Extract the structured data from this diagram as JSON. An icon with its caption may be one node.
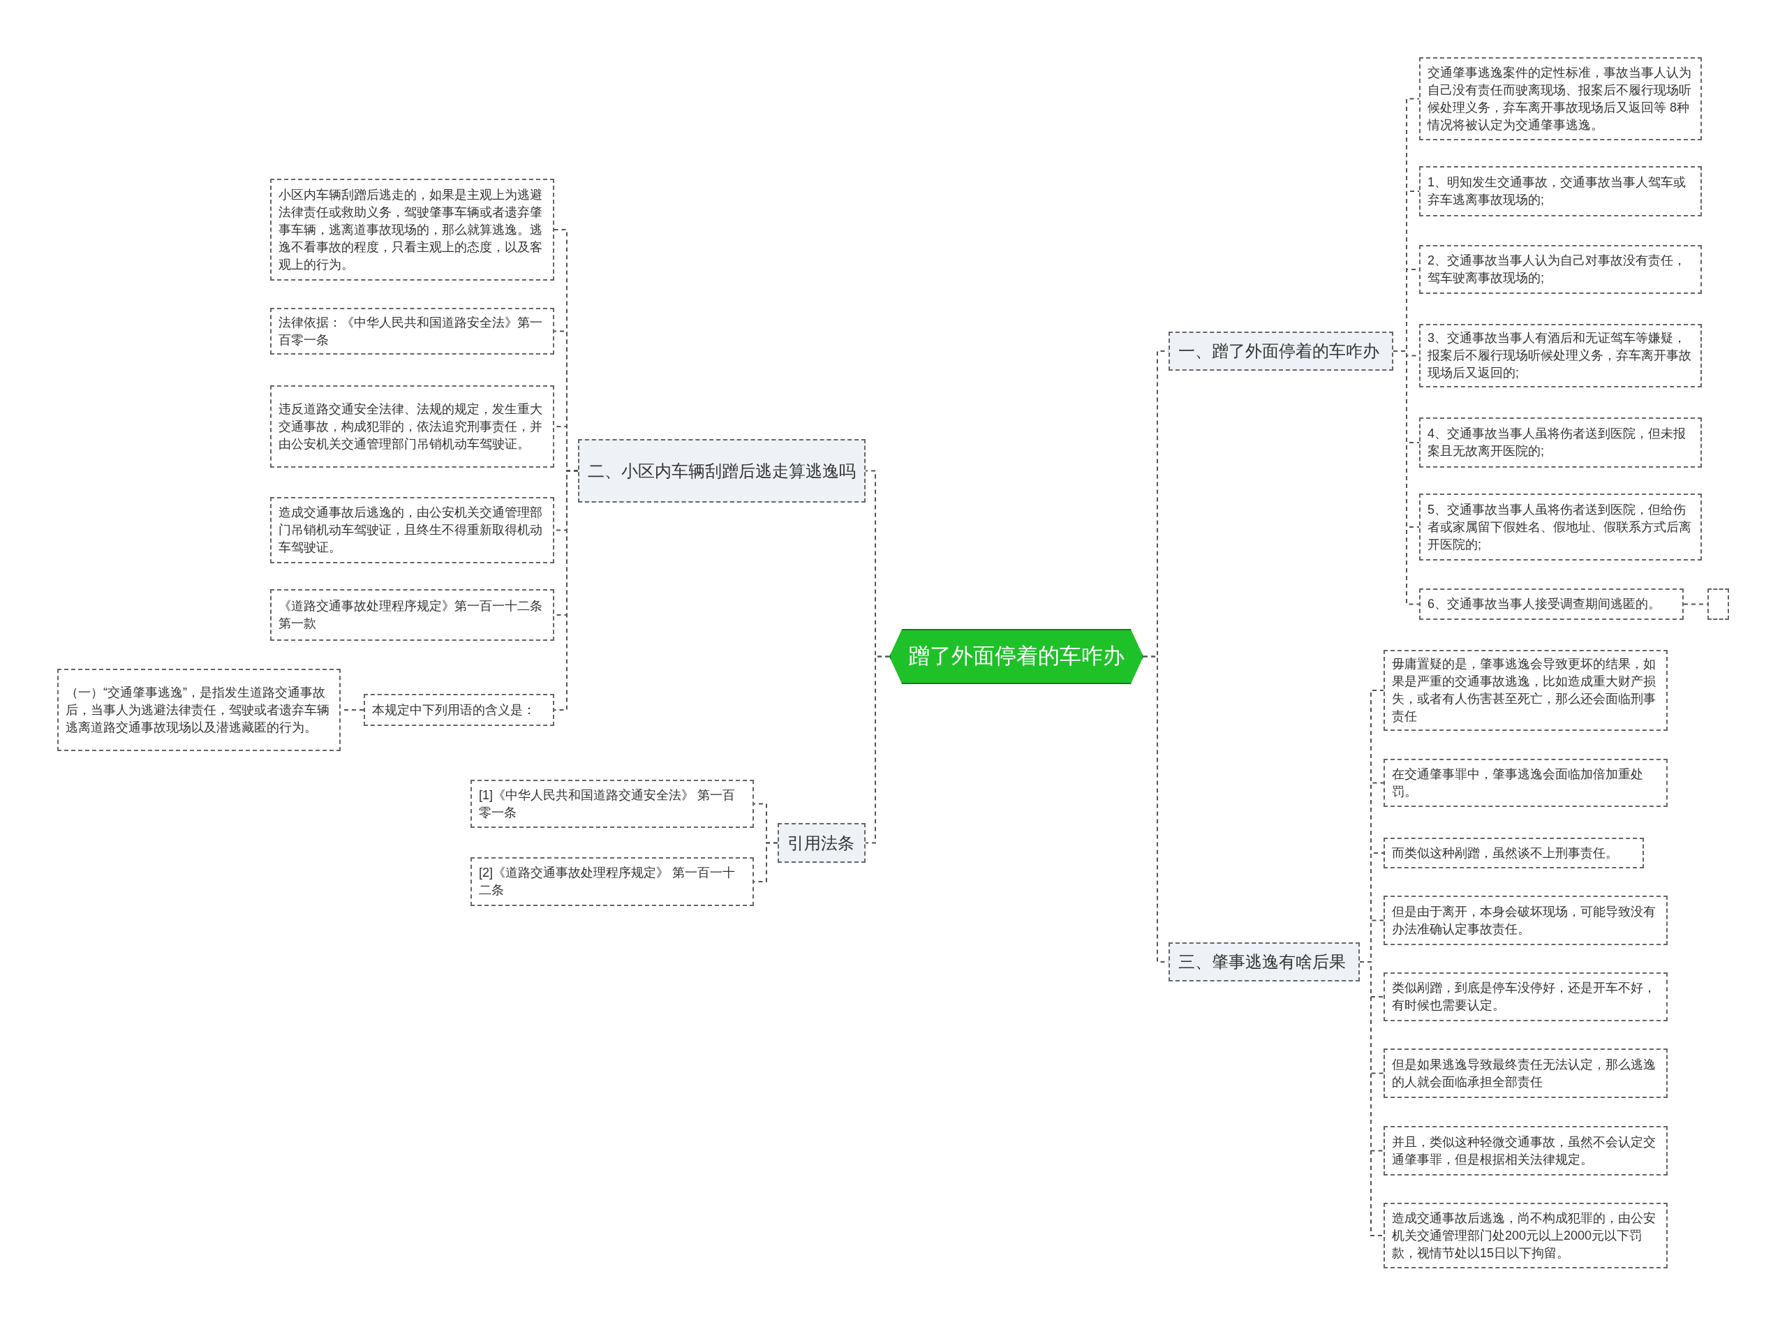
{
  "diagram": {
    "nodes": [
      {
        "text": [
          "蹭了外面停着的车咋办"
        ]
      },
      {
        "text": [
          "一、蹭了外面停着的车咋办"
        ]
      },
      {
        "text": [
          "交通肇事逃逸案件的定性标准，事故当事人认为自己没有责任而驶离现场、报案后不履行现场听候处理义务，弃车离开事故现场后又返回等 8种情况将被认定为交通肇事逃逸。"
        ]
      },
      {
        "text": [
          "1、明知发生交通事故，交通事故当事人驾车或弃车逃离事故现场的;"
        ]
      },
      {
        "text": [
          "2、交通事故当事人认为自己对事故没有责任，驾车驶离事故现场的;"
        ]
      },
      {
        "text": [
          "3、交通事故当事人有酒后和无证驾车等嫌疑，报案后不履行现场听候处理义务，弃车离开事故现场后又返回的;"
        ]
      },
      {
        "text": [
          "4、交通事故当事人虽将伤者送到医院，但未报案且无故离开医院的;"
        ]
      },
      {
        "text": [
          "5、交通事故当事人虽将伤者送到医院，但给伤者或家属留下假姓名、假地址、假联系方式后离开医院的;"
        ]
      },
      {
        "text": [
          "6、交通事故当事人接受调查期间逃匿的。"
        ]
      },
      {
        "text": [],
        "shape": "box"
      },
      {
        "text": [
          "三、肇事逃逸有啥后果"
        ]
      },
      {
        "text": [
          "毋庸置疑的是，肇事逃逸会导致更坏的结果，如果是严重的交通事故逃逸，比如造成重大财产损失，或者有人伤害甚至死亡，那么还会面临刑事责任"
        ]
      },
      {
        "text": [
          "在交通肇事罪中，肇事逃逸会面临加倍加重处罚。"
        ]
      },
      {
        "text": [
          "而类似这种剐蹭，虽然谈不上刑事责任。"
        ]
      },
      {
        "text": [
          "但是由于离开，本身会破坏现场，可能导致没有办法准确认定事故责任。"
        ]
      },
      {
        "text": [
          "类似剐蹭，到底是停车没停好，还是开车不好，有时候也需要认定。"
        ]
      },
      {
        "text": [
          "但是如果逃逸导致最终责任无法认定，那么逃逸的人就会面临承担全部责任"
        ]
      },
      {
        "text": [
          "并且，类似这种轻微交通事故，虽然不会认定交通肇事罪，但是根据相关法律规定。"
        ]
      },
      {
        "text": [
          "造成交通事故后逃逸，尚不构成犯罪的，由公安机关交通管理部门处200元以上2000元以下罚款，视情节处以15日以下拘留。"
        ]
      },
      {
        "text": [
          "二、小区内车辆刮蹭后逃走算逃逸吗"
        ]
      },
      {
        "text": [
          "小区内车辆刮蹭后逃走的，如果是主观上为逃避法律责任或救助义务，驾驶肇事车辆或者遗弃肇事车辆，逃离道事故现场的，那么就算逃逸。逃逸不看事故的程度，只看主观上的态度，以及客观上的行为。"
        ]
      },
      {
        "text": [
          "法律依据：《中华人民共和国道路安全法》第一百零一条"
        ]
      },
      {
        "text": [
          "违反道路交通安全法律、法规的规定，发生重大交通事故，构成犯罪的，依法追究刑事责任，并由公安机关交通管理部门吊销机动车驾驶证。"
        ]
      },
      {
        "text": [
          "造成交通事故后逃逸的，由公安机关交通管理部门吊销机动车驾驶证，且终生不得重新取得机动车驾驶证。"
        ]
      },
      {
        "text": [
          "《道路交通事故处理程序规定》第一百一十二条第一款"
        ]
      },
      {
        "text": [
          "本规定中下列用语的含义是："
        ]
      },
      {
        "text": [
          "（一）“交通肇事逃逸”，是指发生道路交通事故后，当事人为逃避法律责任，驾驶或者遗弃车辆逃离道路交通事故现场以及潜逃藏匿的行为。"
        ]
      },
      {
        "text": [
          "引用法条"
        ]
      },
      {
        "text": [
          "[1]《中华人民共和国道路交通安全法》 第一百零一条"
        ]
      },
      {
        "text": [
          "[2]《道路交通事故处理程序规定》 第一百一十二条"
        ]
      }
    ],
    "edges": [
      {
        "from": 0,
        "to": 1,
        "arrow": "none",
        "style": "dashed"
      },
      {
        "from": 0,
        "to": 10,
        "arrow": "none",
        "style": "dashed"
      },
      {
        "from": 0,
        "to": 19,
        "arrow": "none",
        "style": "dashed"
      },
      {
        "from": 0,
        "to": 27,
        "arrow": "none",
        "style": "dashed"
      },
      {
        "from": 1,
        "to": 2,
        "arrow": "none",
        "style": "dashed"
      },
      {
        "from": 1,
        "to": 3,
        "arrow": "none",
        "style": "dashed"
      },
      {
        "from": 1,
        "to": 4,
        "arrow": "none",
        "style": "dashed"
      },
      {
        "from": 1,
        "to": 5,
        "arrow": "none",
        "style": "dashed"
      },
      {
        "from": 1,
        "to": 6,
        "arrow": "none",
        "style": "dashed"
      },
      {
        "from": 1,
        "to": 7,
        "arrow": "none",
        "style": "dashed"
      },
      {
        "from": 1,
        "to": 8,
        "arrow": "none",
        "style": "dashed"
      },
      {
        "from": 8,
        "to": 9,
        "arrow": "none",
        "style": "dashed"
      },
      {
        "from": 10,
        "to": 11,
        "arrow": "none",
        "style": "dashed"
      },
      {
        "from": 10,
        "to": 12,
        "arrow": "none",
        "style": "dashed"
      },
      {
        "from": 10,
        "to": 13,
        "arrow": "none",
        "style": "dashed"
      },
      {
        "from": 10,
        "to": 14,
        "arrow": "none",
        "style": "dashed"
      },
      {
        "from": 10,
        "to": 15,
        "arrow": "none",
        "style": "dashed"
      },
      {
        "from": 10,
        "to": 16,
        "arrow": "none",
        "style": "dashed"
      },
      {
        "from": 10,
        "to": 17,
        "arrow": "none",
        "style": "dashed"
      },
      {
        "from": 10,
        "to": 18,
        "arrow": "none",
        "style": "dashed"
      },
      {
        "from": 19,
        "to": 20,
        "arrow": "none",
        "style": "dashed"
      },
      {
        "from": 19,
        "to": 21,
        "arrow": "none",
        "style": "dashed"
      },
      {
        "from": 19,
        "to": 22,
        "arrow": "none",
        "style": "dashed"
      },
      {
        "from": 19,
        "to": 23,
        "arrow": "none",
        "style": "dashed"
      },
      {
        "from": 19,
        "to": 24,
        "arrow": "none",
        "style": "dashed"
      },
      {
        "from": 19,
        "to": 25,
        "arrow": "none",
        "style": "dashed"
      },
      {
        "from": 25,
        "to": 26,
        "arrow": "none",
        "style": "dashed"
      },
      {
        "from": 27,
        "to": 28,
        "arrow": "none",
        "style": "dashed"
      },
      {
        "from": 27,
        "to": 29,
        "arrow": "none",
        "style": "dashed"
      }
    ]
  }
}
